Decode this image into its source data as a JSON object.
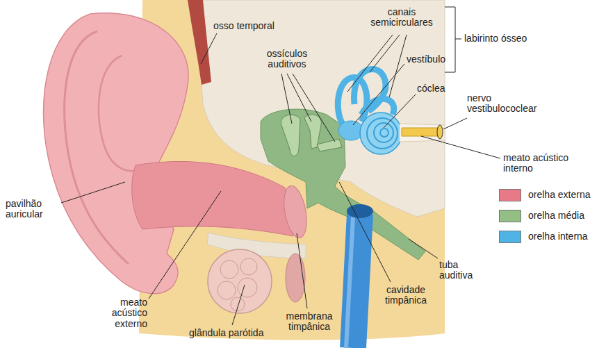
{
  "diagram": {
    "labels": [
      "osso temporal",
      "canais semicirculares",
      "labirinto ósseo",
      "ossículos auditivos",
      "vestíbulo",
      "cóclea",
      "nervo vestibulococlear",
      "meato acústico interno",
      "pavilhão auricular",
      "meato acústico externo",
      "glândula parótida",
      "membrana timpânica",
      "cavidade timpânica",
      "tuba auditiva"
    ],
    "legend": [
      {
        "text": "orelha externa",
        "color": "#e77a86"
      },
      {
        "text": "orelha média",
        "color": "#93bf85"
      },
      {
        "text": "orelha interna",
        "color": "#4fb3e6"
      }
    ]
  }
}
